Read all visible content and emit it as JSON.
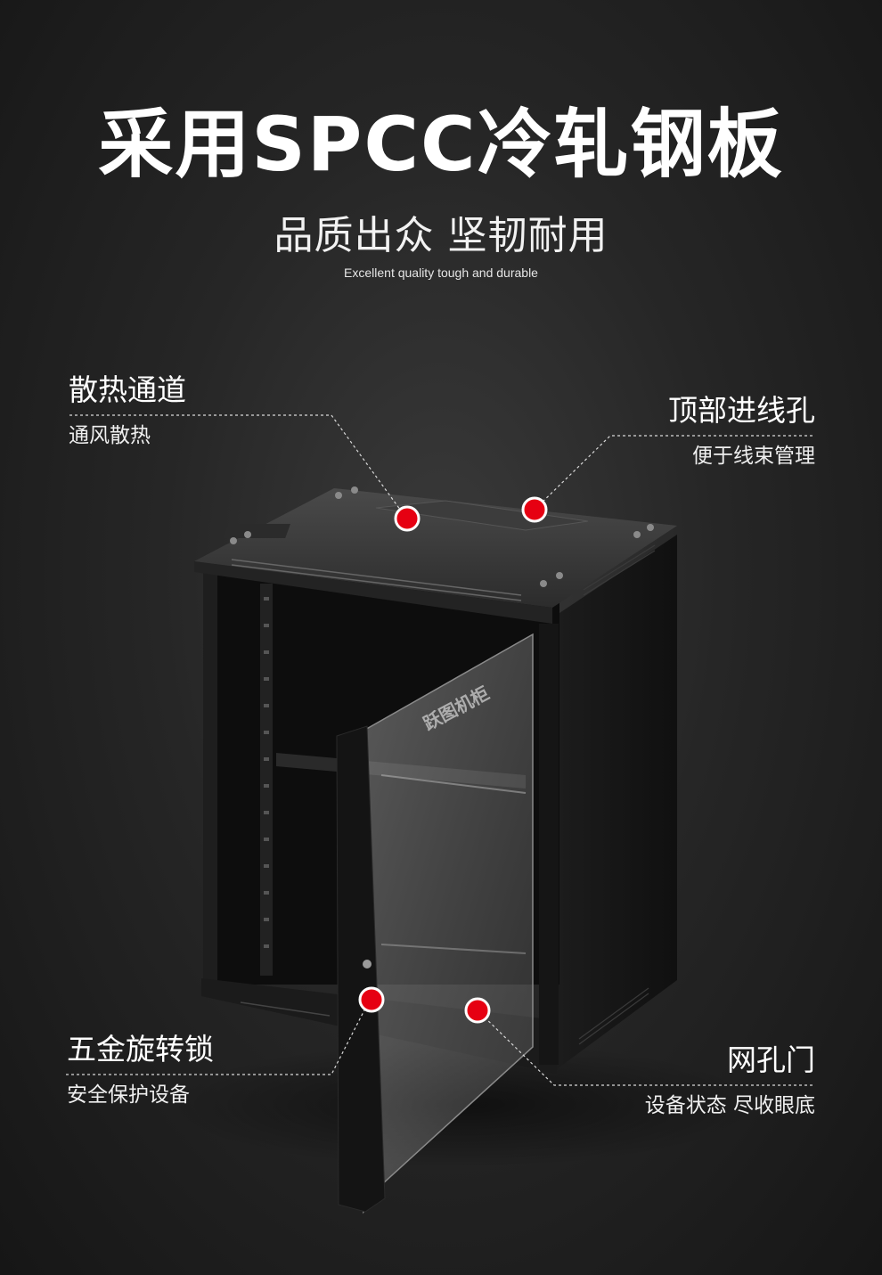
{
  "headline": {
    "title": "采用SPCC冷轧钢板",
    "subtitle": "品质出众 坚韧耐用",
    "english": "Excellent quality tough and durable"
  },
  "callouts": [
    {
      "title": "散热通道",
      "desc": "通风散热"
    },
    {
      "title": "顶部进线孔",
      "desc": "便于线束管理"
    },
    {
      "title": "五金旋转锁",
      "desc": "安全保护设备"
    },
    {
      "title": "网孔门",
      "desc": "设备状态 尽收眼底"
    }
  ],
  "product": {
    "door_text": "跃图机柜"
  },
  "colors": {
    "marker": "#e60012",
    "background": "#262626",
    "cabinet": "#1a1a1a"
  }
}
